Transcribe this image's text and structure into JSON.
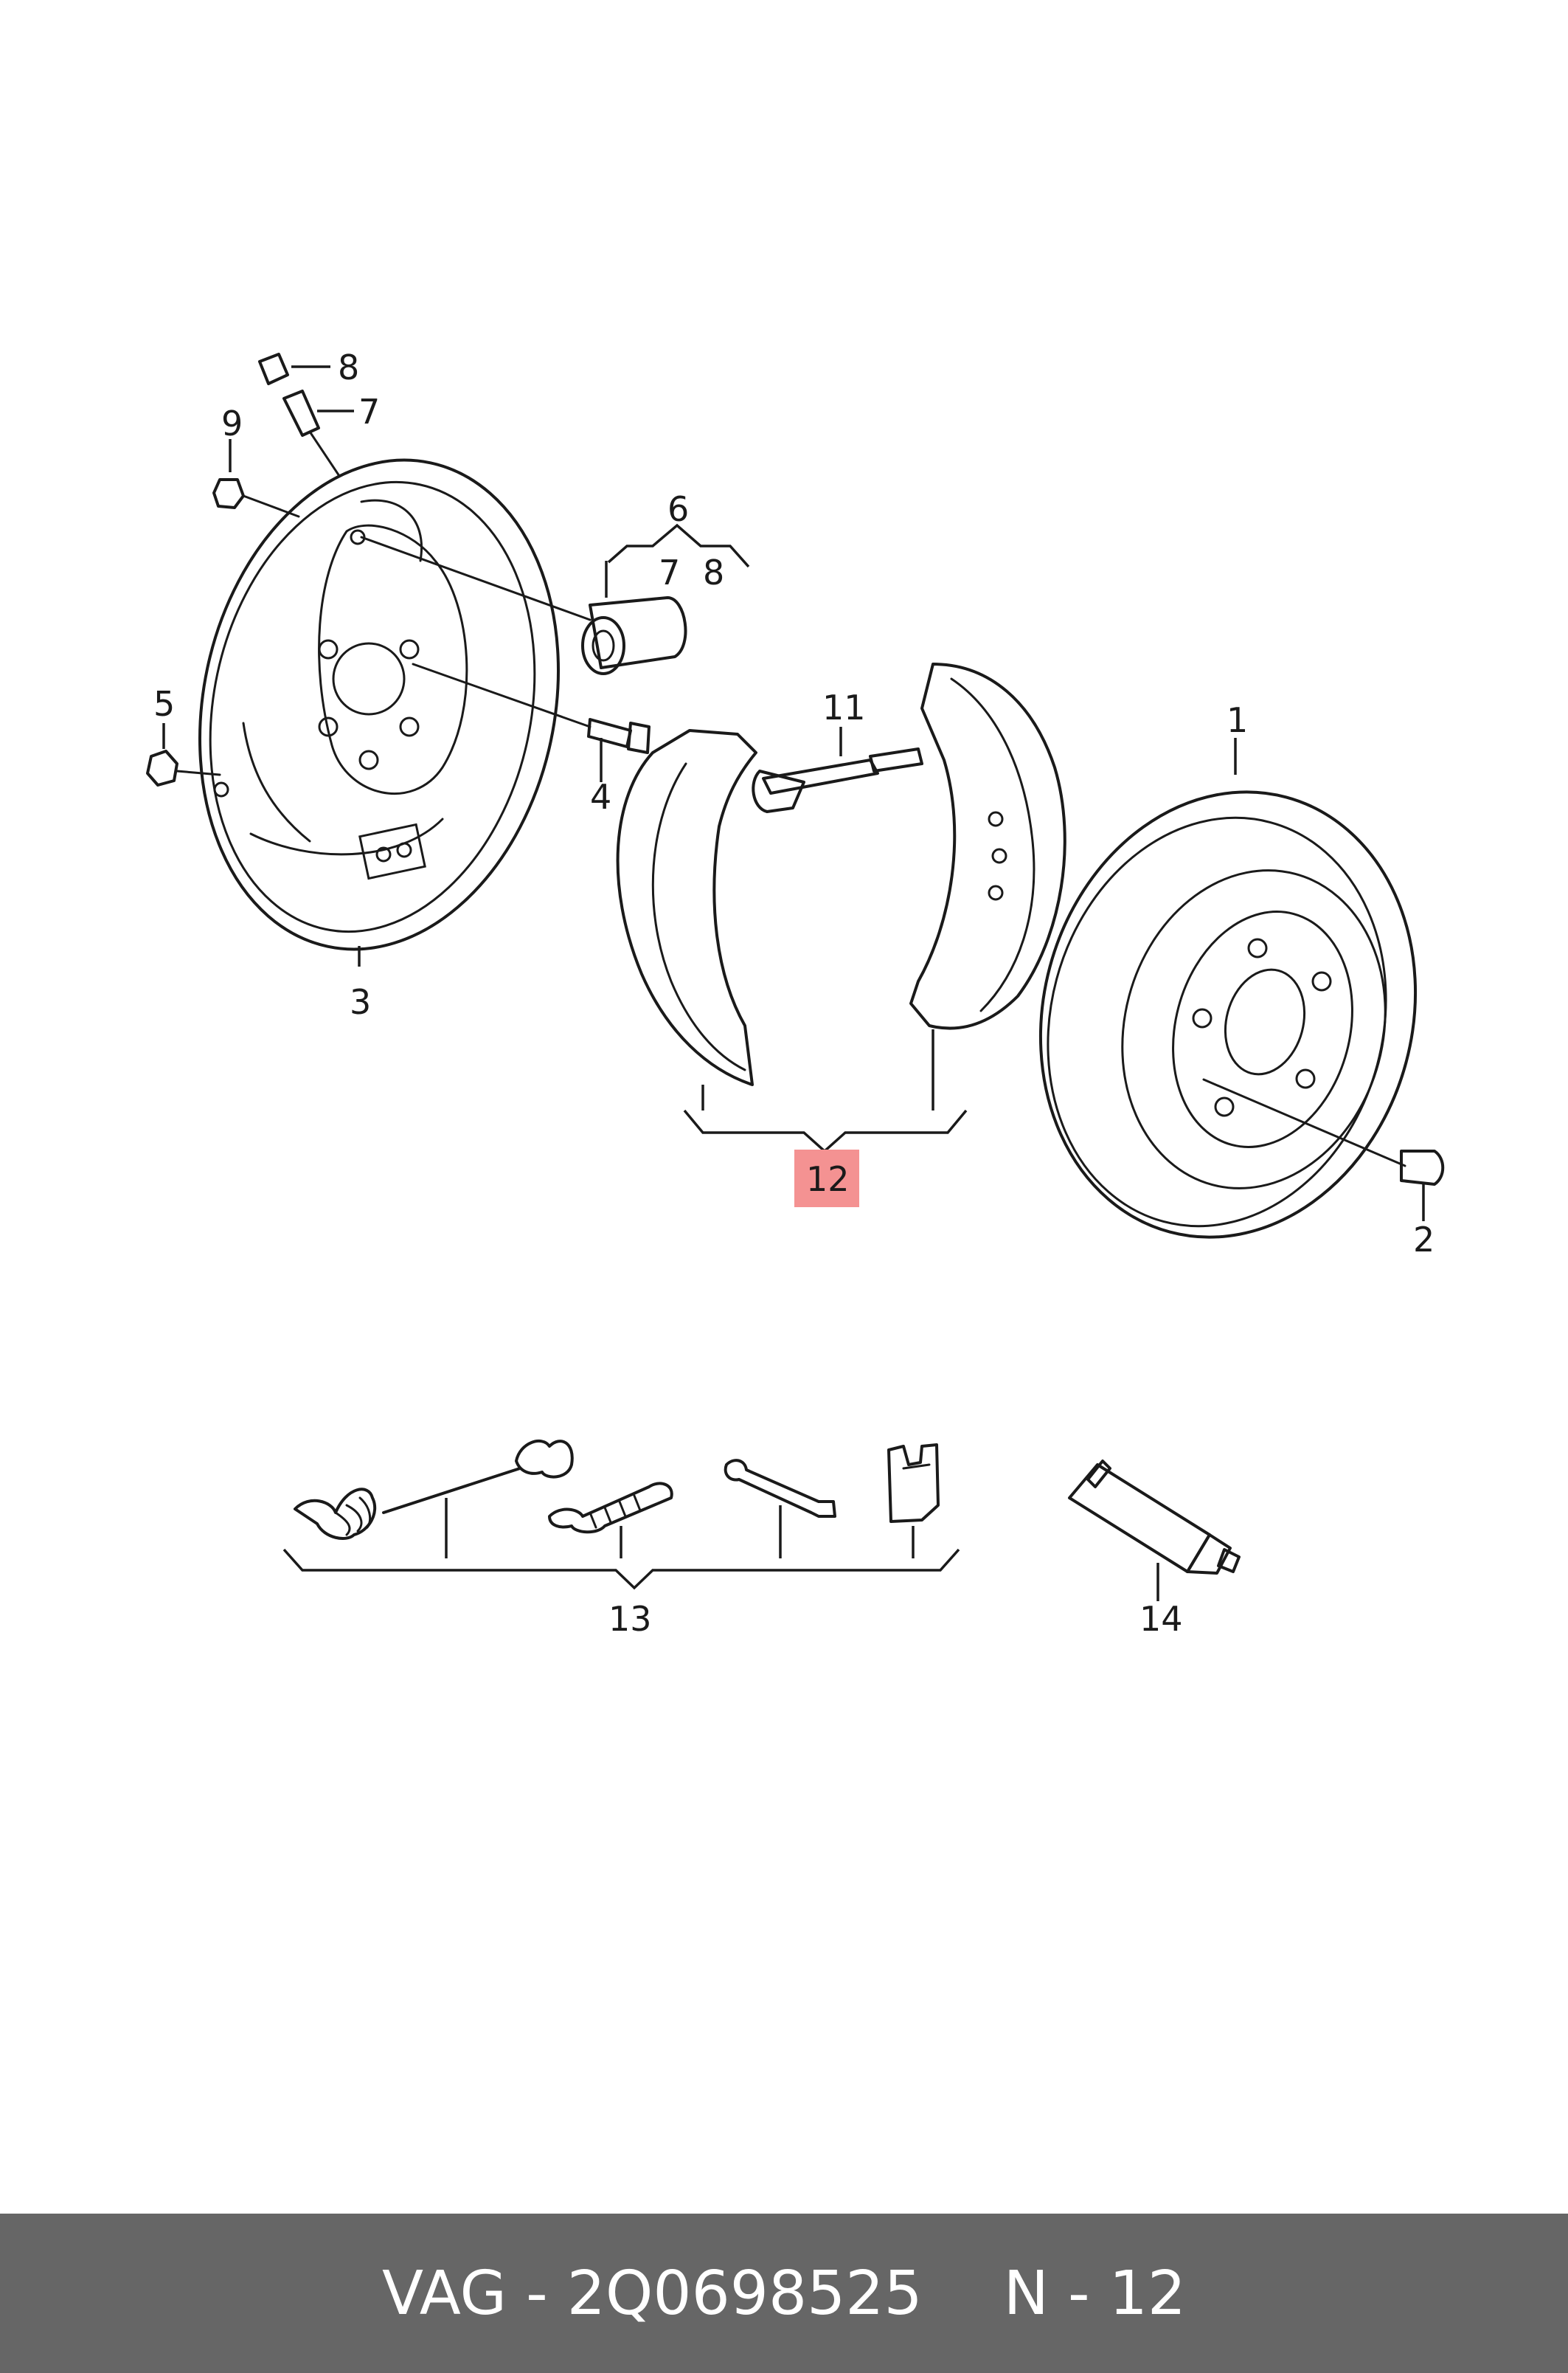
{
  "diagram": {
    "callouts": {
      "c1": "1",
      "c2": "2",
      "c3": "3",
      "c4": "4",
      "c5": "5",
      "c6": "6",
      "c6_sub7": "7",
      "c6_sub8": "8",
      "c7": "7",
      "c8": "8",
      "c9": "9",
      "c11": "11",
      "c12": "12",
      "c13": "13",
      "c14": "14"
    },
    "highlight_color": "#f49292"
  },
  "footer": {
    "part_text": "VAG - 2Q0698525",
    "ref_text": "N - 12",
    "background": "#666666"
  }
}
